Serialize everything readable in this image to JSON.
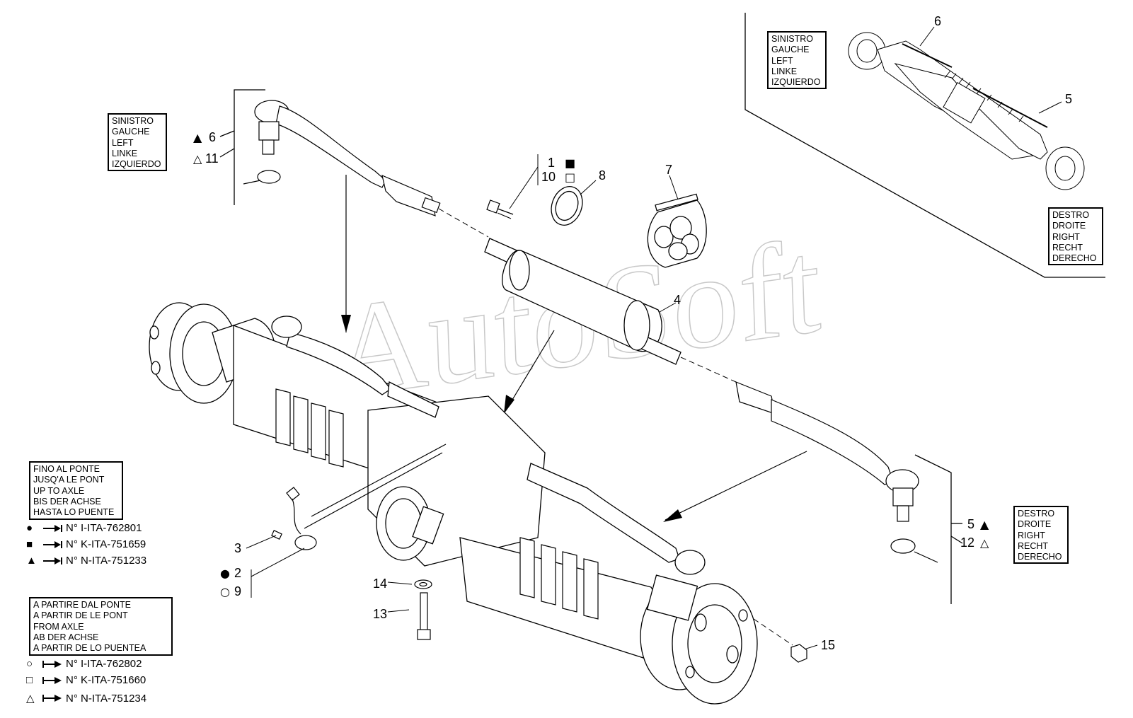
{
  "watermark": "AutoSoft",
  "callouts": {
    "c1": "1",
    "c2": "2",
    "c3": "3",
    "c4": "4",
    "c5a": "5",
    "c5b": "5",
    "c6a": "6",
    "c6b": "6",
    "c7": "7",
    "c8": "8",
    "c9": "9",
    "c10": "10",
    "c11": "11",
    "c12": "12",
    "c13": "13",
    "c14": "14",
    "c15": "15"
  },
  "side_left": [
    "SINISTRO",
    "GAUCHE",
    "LEFT",
    "LINKE",
    "IZQUIERDO"
  ],
  "side_right": [
    "DESTRO",
    "DROITE",
    "RIGHT",
    "RECHT",
    "DERECHO"
  ],
  "until_axle": [
    "FINO AL PONTE",
    "JUSQ'A LE PONT",
    "UP TO AXLE",
    "BIS DER ACHSE",
    "HASTA LO PUENTE"
  ],
  "from_axle": [
    "A PARTIRE DAL PONTE",
    "A PARTIR DE LE PONT",
    "FROM AXLE",
    "AB DER ACHSE",
    "A PARTIR DE LO PUENTEA"
  ],
  "serials_until": [
    {
      "symbol": "●",
      "text": "N° I-ITA-762801"
    },
    {
      "symbol": "■",
      "text": "N° K-ITA-751659"
    },
    {
      "symbol": "▲",
      "text": "N° N-ITA-751233"
    }
  ],
  "serials_from": [
    {
      "symbol": "○",
      "text": "N° I-ITA-762802"
    },
    {
      "symbol": "□",
      "text": "N° K-ITA-751660"
    },
    {
      "symbol": "△",
      "text": "N° N-ITA-751234"
    }
  ],
  "symbols": {
    "s1": "■",
    "s10": "□",
    "s6": "▲",
    "s11": "△",
    "s5": "▲",
    "s12": "△",
    "s2": "●",
    "s9": "○"
  }
}
